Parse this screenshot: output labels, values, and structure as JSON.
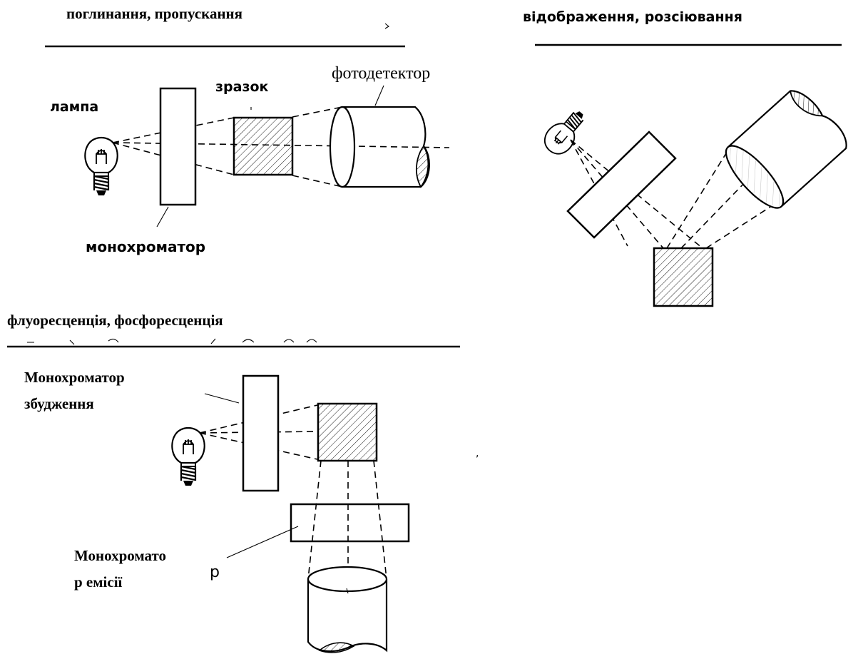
{
  "panels": {
    "absorption": {
      "heading": "поглинання, пропускання",
      "lamp_label": "лампа",
      "sample_label": "зразок",
      "detector_label": "фотодетектор",
      "monochromator_label": "монохроматор"
    },
    "reflection": {
      "heading": "відображення, розсіювання"
    },
    "fluorescence": {
      "heading": "флуоресценція, фосфоресценція",
      "excitation_mono_line1": "Монохроматор",
      "excitation_mono_line2": "збудження",
      "emission_mono_line1": "Монохромато",
      "emission_mono_line2": "р емісії",
      "stray_label": "р"
    }
  },
  "icons": [
    "light-bulb-icon",
    "photodetector-cylinder-icon"
  ],
  "colors": {
    "ink": "#000000",
    "background": "#ffffff"
  }
}
